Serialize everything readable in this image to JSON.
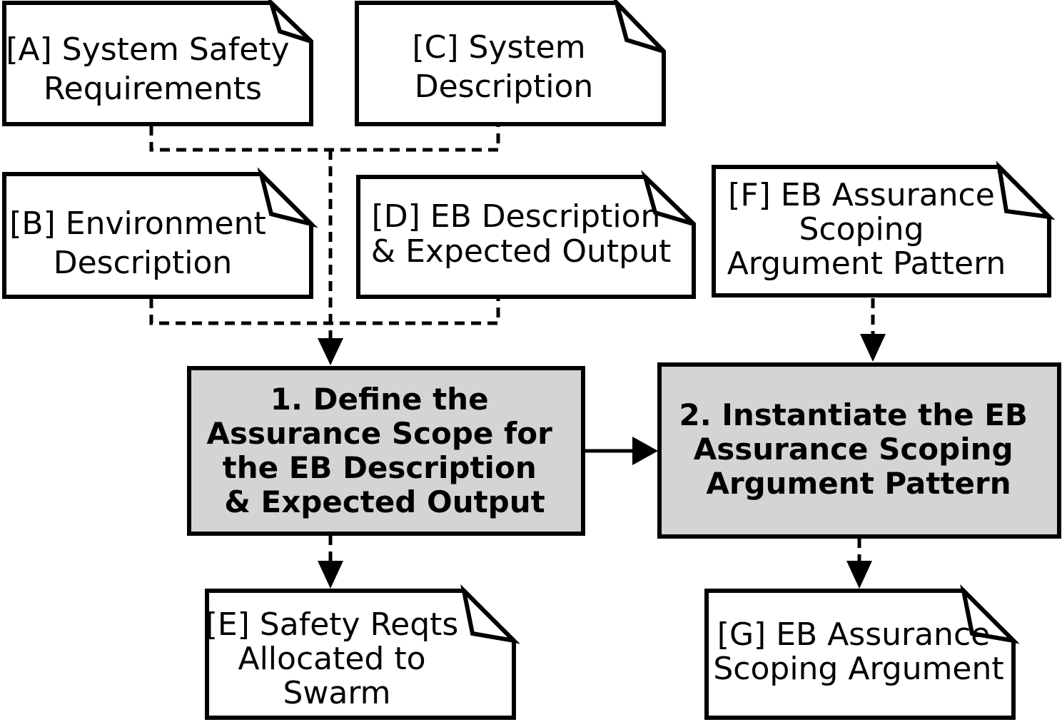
{
  "documents": {
    "A": {
      "lines": [
        "[A] System Safety",
        "Requirements"
      ]
    },
    "B": {
      "lines": [
        "[B] Environment",
        "Description"
      ]
    },
    "C": {
      "lines": [
        "[C] System",
        "Description"
      ]
    },
    "D": {
      "lines": [
        "[D] EB Description",
        "& Expected Output"
      ]
    },
    "E": {
      "lines": [
        "[E] Safety Reqts",
        "Allocated to",
        "Swarm"
      ]
    },
    "F": {
      "lines": [
        "[F] EB Assurance",
        "Scoping",
        "Argument Pattern"
      ]
    },
    "G": {
      "lines": [
        "[G] EB Assurance",
        "Scoping Argument"
      ]
    }
  },
  "processes": {
    "p1": {
      "lines": [
        "1. Define the",
        "Assurance Scope for",
        "the EB Description",
        "& Expected Output"
      ],
      "fill": "#d4d4d4"
    },
    "p2": {
      "lines": [
        "2. Instantiate the EB",
        "Assurance Scoping",
        "Argument Pattern"
      ],
      "fill": "#d4d4d4"
    }
  }
}
